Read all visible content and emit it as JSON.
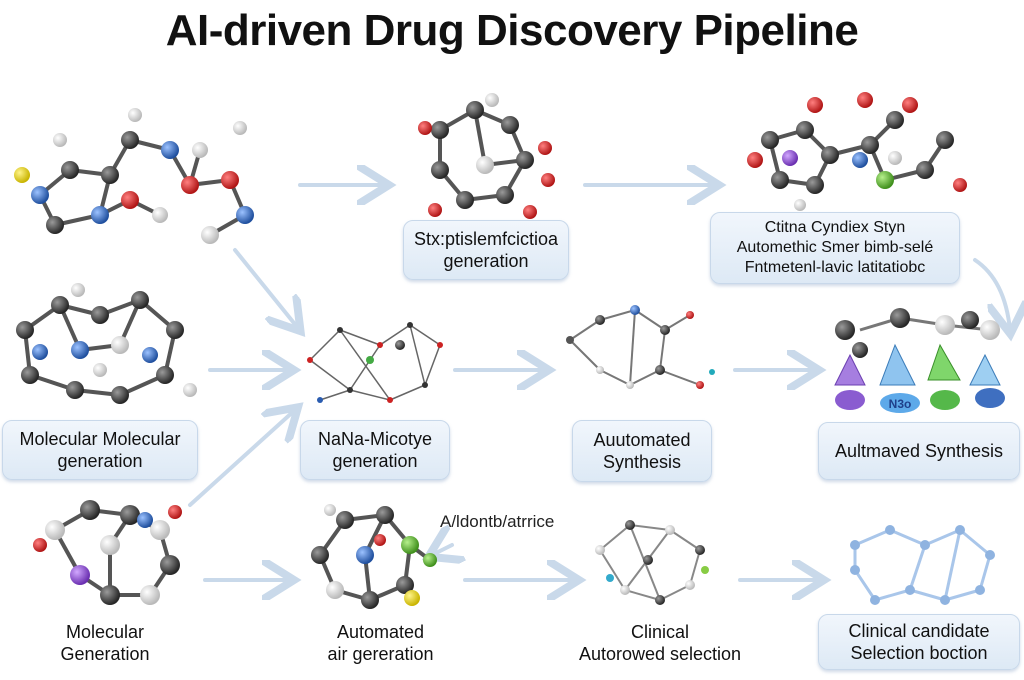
{
  "title": "AI-driven Drug Discovery Pipeline",
  "annotation": "A/ldontb/atrrice",
  "nodes": [
    {
      "id": "r1c2",
      "lines": [
        "Stx:ptislemfcictioa",
        "generation"
      ]
    },
    {
      "id": "r1c3",
      "lines": [
        "Ctitna Cyndiex Styn",
        "Automethic Smer bimb-selé",
        "Fntmetenl-lavic latitatiobc"
      ]
    },
    {
      "id": "r2c1",
      "lines": [
        "Molecular Molecular",
        "generation"
      ]
    },
    {
      "id": "r2c2",
      "lines": [
        "NaNa-Micotye",
        "generation"
      ]
    },
    {
      "id": "r2c3",
      "lines": [
        "Auutomated",
        "Synthesis"
      ]
    },
    {
      "id": "r2c4",
      "lines": [
        "Aultmaved Synthesis"
      ]
    },
    {
      "id": "r3c1",
      "lines": [
        "Molecular",
        "Generation"
      ]
    },
    {
      "id": "r3c2",
      "lines": [
        "Automated",
        "air gereration"
      ]
    },
    {
      "id": "r3c3",
      "lines": [
        "Clinical",
        "Autorowed selection"
      ]
    },
    {
      "id": "r3c4",
      "lines": [
        "Clinical candidate",
        "Selection boction"
      ]
    }
  ],
  "stylized_text": [
    "N3o"
  ],
  "colors": {
    "arrow": "#c9d9ea",
    "box_top": "#f1f6fc",
    "box_bottom": "#dde9f5",
    "atom_dark": "#3a3a3a",
    "atom_red": "#d42a2a",
    "atom_blue": "#3b74c4",
    "atom_white": "#e8e8e8"
  }
}
